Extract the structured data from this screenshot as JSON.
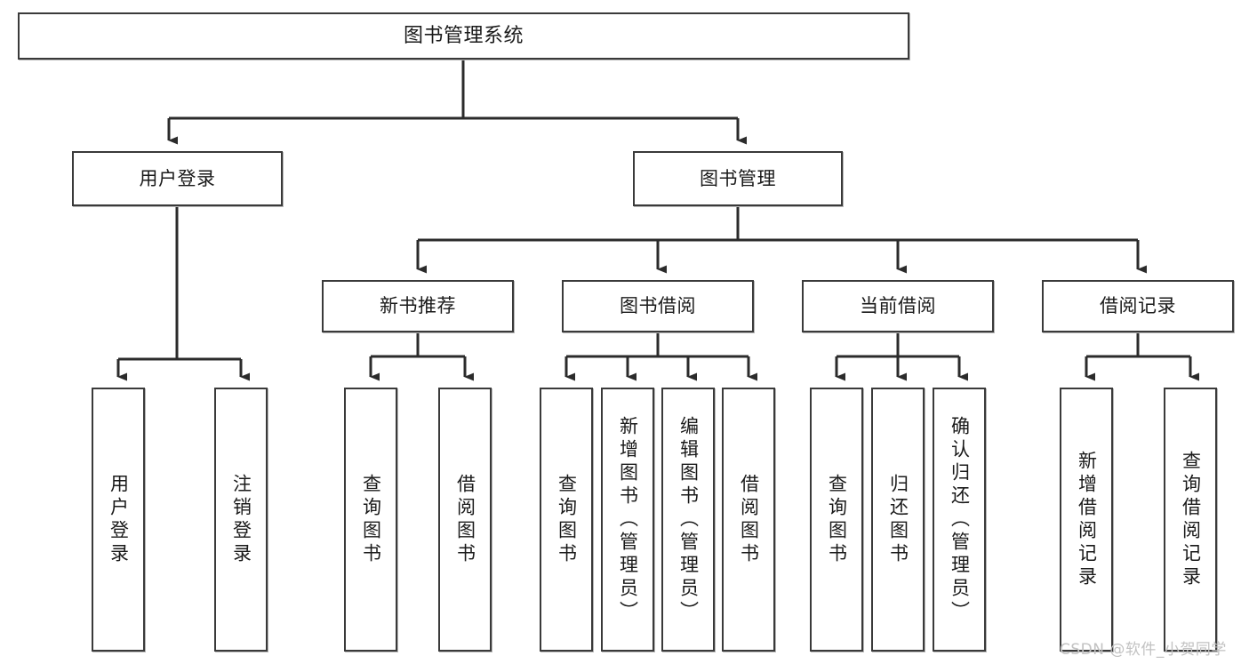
{
  "diagram": {
    "title": "图书管理系统",
    "type": "tree",
    "root": {
      "label": "图书管理系统"
    },
    "level2": [
      {
        "label": "用户登录"
      },
      {
        "label": "图书管理"
      }
    ],
    "level3": [
      {
        "label": "新书推荐"
      },
      {
        "label": "图书借阅"
      },
      {
        "label": "当前借阅"
      },
      {
        "label": "借阅记录"
      }
    ],
    "leaves": {
      "user_login": [
        {
          "label": "用户登录"
        },
        {
          "label": "注销登录"
        }
      ],
      "new_book_recommend": [
        {
          "label": "查询图书"
        },
        {
          "label": "借阅图书"
        }
      ],
      "book_borrow": [
        {
          "label": "查询图书"
        },
        {
          "label": "新增图书（管理员）"
        },
        {
          "label": "编辑图书（管理员）"
        },
        {
          "label": "借阅图书"
        }
      ],
      "current_borrow": [
        {
          "label": "查询图书"
        },
        {
          "label": "归还图书"
        },
        {
          "label": "确认归还（管理员）"
        }
      ],
      "borrow_record": [
        {
          "label": "新增借阅记录"
        },
        {
          "label": "查询借阅记录"
        }
      ]
    }
  },
  "watermark": {
    "text": "CSDN @软件_小贺同学"
  },
  "colors": {
    "box_border": "#3a3a3a",
    "box_fill": "#ffffff",
    "line": "#2b2b2b",
    "text": "#1a1a1a",
    "watermark": "#c2c2c2",
    "background": "#ffffff"
  }
}
